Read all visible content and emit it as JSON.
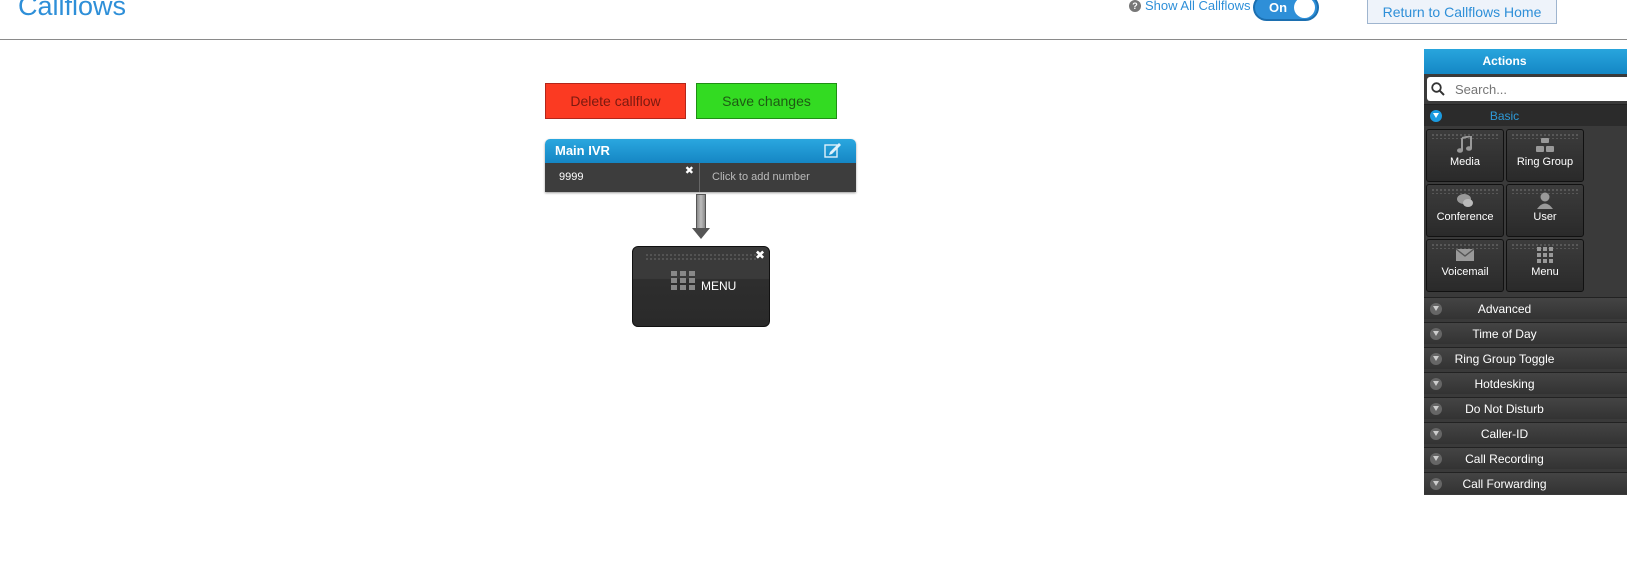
{
  "header": {
    "title": "Callflows",
    "show_all_label": "Show All Callflows",
    "toggle_label": "On",
    "return_button": "Return to Callflows Home"
  },
  "buttons": {
    "delete": "Delete callflow",
    "save": "Save changes"
  },
  "ivr": {
    "title": "Main IVR",
    "number": "9999",
    "add_number": "Click to add number"
  },
  "menu_node": {
    "label": "MENU"
  },
  "actions": {
    "title": "Actions",
    "search_placeholder": "Search...",
    "basic_label": "Basic",
    "tiles": [
      {
        "label": "Media",
        "icon": "music-note-icon"
      },
      {
        "label": "Ring Group",
        "icon": "phones-icon"
      },
      {
        "label": "Conference",
        "icon": "conference-icon"
      },
      {
        "label": "User",
        "icon": "user-icon"
      },
      {
        "label": "Voicemail",
        "icon": "envelope-icon"
      },
      {
        "label": "Menu",
        "icon": "keypad-icon"
      }
    ],
    "sections": [
      "Advanced",
      "Time of Day",
      "Ring Group Toggle",
      "Hotdesking",
      "Do Not Disturb",
      "Caller-ID",
      "Call Recording",
      "Call Forwarding"
    ]
  }
}
